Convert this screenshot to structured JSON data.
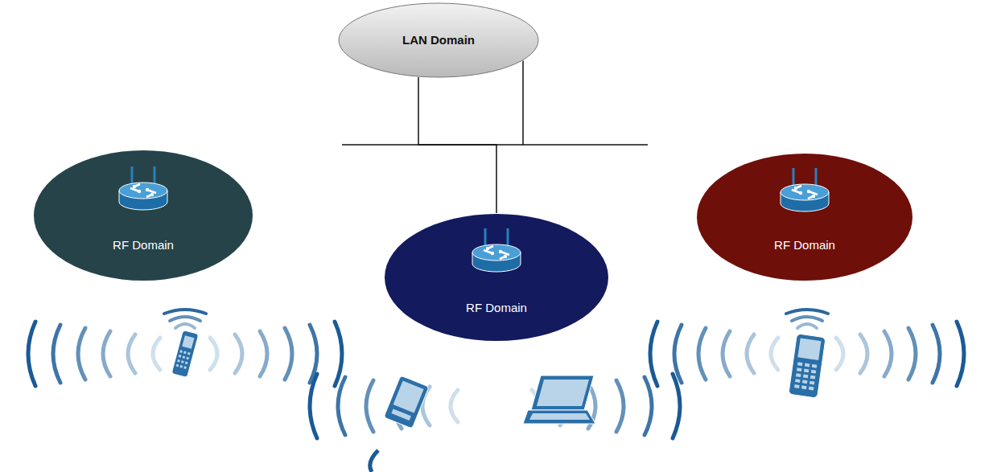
{
  "diagram": {
    "nodes": [
      {
        "text": [
          "LAN Domain"
        ]
      },
      {
        "text": [
          "RF Domain"
        ]
      },
      {
        "text": [
          "RF Domain"
        ]
      },
      {
        "text": [
          "RF Domain"
        ]
      }
    ],
    "edges": [
      {
        "from": 0,
        "to": 2,
        "arrow": "none"
      }
    ]
  }
}
